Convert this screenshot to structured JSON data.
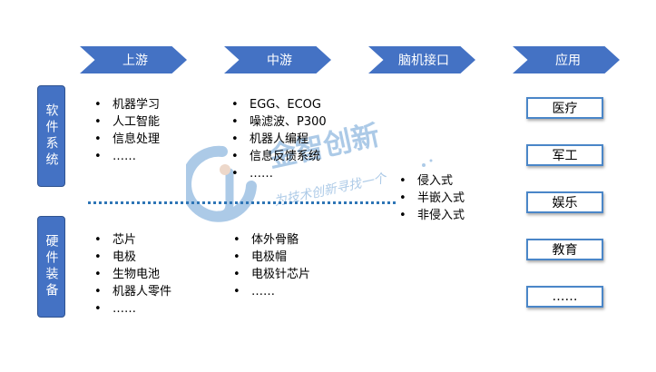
{
  "stages": [
    "上游",
    "中游",
    "脑机接口",
    "应用"
  ],
  "sections": {
    "software": "软件系统",
    "hardware": "硬件装备"
  },
  "lists": {
    "upstream_software": [
      "机器学习",
      "人工智能",
      "信息处理",
      "……"
    ],
    "midstream_software": [
      "EGG、ECOG",
      "噪滤波、P300",
      "机器人编程",
      "信息反馈系统",
      "……"
    ],
    "interface_types": [
      "侵入式",
      "半嵌入式",
      "非侵入式"
    ],
    "upstream_hardware": [
      "芯片",
      "电极",
      "生物电池",
      "机器人零件",
      "……"
    ],
    "midstream_hardware": [
      "体外骨骼",
      "电极帽",
      "电极针芯片",
      "……"
    ]
  },
  "applications": [
    "医疗",
    "军工",
    "娱乐",
    "教育",
    "……"
  ],
  "watermark": {
    "title": "金智创新",
    "slogan": "为技术创新寻找一个"
  },
  "colors": {
    "accent": "#4472c4",
    "divider": "#2e75b6",
    "watermark": "#6a9fd4"
  }
}
